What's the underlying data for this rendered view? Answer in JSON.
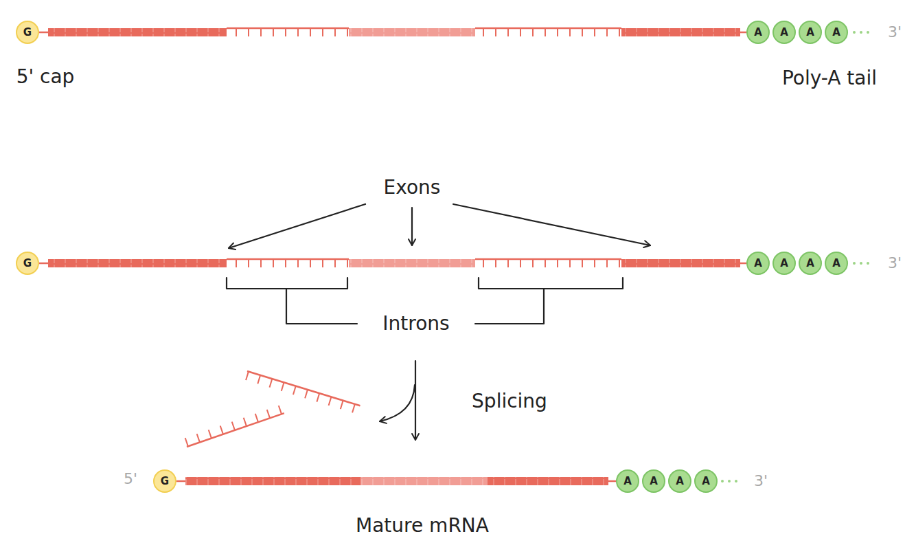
{
  "diagram": {
    "nodes": [
      {
        "text": [
          "G"
        ]
      },
      {
        "text": [
          "A"
        ]
      },
      {
        "text": [
          "A"
        ]
      },
      {
        "text": [
          "A"
        ]
      },
      {
        "text": [
          "A"
        ]
      },
      {
        "text": [
          "G"
        ]
      },
      {
        "text": [
          "A"
        ]
      },
      {
        "text": [
          "A"
        ]
      },
      {
        "text": [
          "A"
        ]
      },
      {
        "text": [
          "A"
        ]
      },
      {
        "text": [
          "G"
        ]
      },
      {
        "text": [
          "A"
        ]
      },
      {
        "text": [
          "A"
        ]
      },
      {
        "text": [
          "A"
        ]
      },
      {
        "text": [
          "A"
        ]
      }
    ],
    "edges": [
      {
        "from": 0,
        "to": 1,
        "arrow": "none"
      },
      {
        "from": 5,
        "to": 6,
        "arrow": "none"
      },
      {
        "from": 10,
        "to": 11,
        "arrow": "none"
      }
    ],
    "labels": [
      "3'",
      "5' cap",
      "Poly-A tail",
      "Exons",
      "3'",
      "Introns",
      "Splicing",
      "5'",
      "3'",
      "Mature mRNA"
    ]
  }
}
